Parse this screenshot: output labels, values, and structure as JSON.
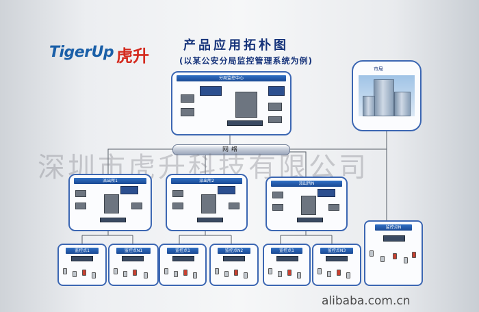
{
  "header": {
    "logo_en": "TigerUp",
    "logo_cn": "虎升",
    "title": "产品应用拓朴图",
    "subtitle": "(以某公安分局监控管理系统为例)"
  },
  "center": {
    "label": "分局监控中心"
  },
  "city": {
    "label": "市局"
  },
  "network": {
    "label": "网络"
  },
  "stations": [
    {
      "label": "派出所1"
    },
    {
      "label": "派出所2"
    },
    {
      "label": "派出所N"
    }
  ],
  "points": [
    {
      "label": "监控点1"
    },
    {
      "label": "监控点N1"
    },
    {
      "label": "监控点1"
    },
    {
      "label": "监控点N2"
    },
    {
      "label": "监控点1"
    },
    {
      "label": "监控点N3"
    },
    {
      "label": "监控点N"
    }
  ],
  "watermark": "深圳市虎升科技有限公司",
  "footer": "alibaba.com.cn",
  "colors": {
    "panel_border": "#3b66b2",
    "header_blue": "#1b4a94",
    "title": "#16337a",
    "logo_red": "#d42a1e"
  }
}
